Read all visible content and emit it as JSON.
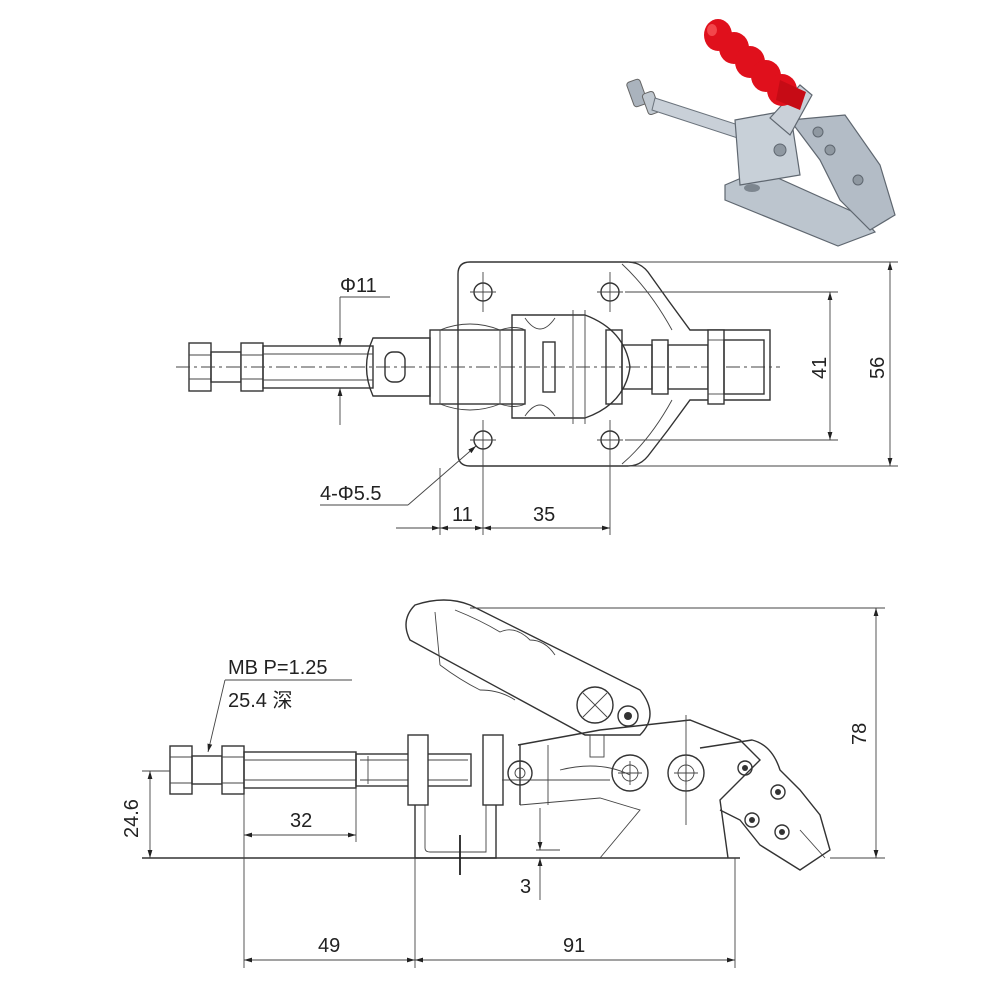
{
  "top_view": {
    "shaft_diameter": "Φ11",
    "hole_note": "4-Φ5.5",
    "dim_11": "11",
    "dim_35": "35",
    "dim_41": "41",
    "dim_56": "56"
  },
  "side_view": {
    "thread_note": "MB P=1.25",
    "thread_depth": "25.4 深",
    "dim_24_6": "24.6",
    "dim_32": "32",
    "dim_3": "3",
    "dim_49": "49",
    "dim_91": "91",
    "dim_78": "78"
  },
  "photo": {
    "handle_color": "#e0101c",
    "metal_color": "#b9c2cc"
  }
}
